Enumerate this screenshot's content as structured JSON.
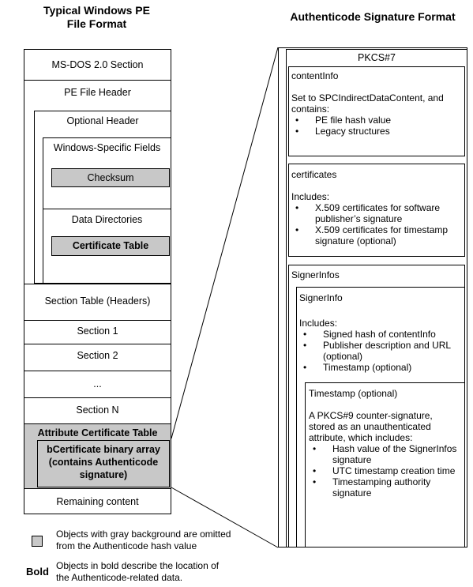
{
  "left_title": [
    "Typical Windows PE",
    "File Format"
  ],
  "right_title": "Authenticode Signature Format",
  "pe": {
    "msdos": "MS-DOS 2.0 Section",
    "pe_header": "PE File Header",
    "optional_header": "Optional Header",
    "windows_fields": "Windows-Specific Fields",
    "checksum": "Checksum",
    "data_directories": "Data Directories",
    "certificate_table": "Certificate Table",
    "section_table": "Section Table (Headers)",
    "section1": "Section 1",
    "section2": "Section 2",
    "ellipsis": "...",
    "sectionN": "Section N",
    "attr_cert_table": "Attribute Certificate Table",
    "bcert": [
      "bCertificate binary array",
      "(contains Authenticode",
      "signature)"
    ],
    "remaining": "Remaining content"
  },
  "sig": {
    "pkcs7": "PKCS#7",
    "content_info": {
      "title": "contentInfo",
      "desc": [
        "Set to SPCIndirectDataContent, and",
        "contains:"
      ],
      "items": [
        "PE file hash value",
        "Legacy structures"
      ]
    },
    "certificates": {
      "title": "certificates",
      "desc": "Includes:",
      "items": [
        [
          "X.509 certificates for software",
          "publisher’s signature"
        ],
        [
          "X.509 certificates for timestamp",
          "signature (optional)"
        ]
      ]
    },
    "signer_infos": {
      "title": "SignerInfos"
    },
    "signer_info": {
      "title": "SignerInfo",
      "desc": "Includes:",
      "items": [
        [
          "Signed hash of contentInfo"
        ],
        [
          "Publisher description and URL",
          "(optional)"
        ],
        [
          "Timestamp (optional)"
        ]
      ]
    },
    "timestamp": {
      "title": "Timestamp (optional)",
      "desc": [
        "A PKCS#9 counter-signature,",
        "stored as an unauthenticated",
        "attribute, which includes:"
      ],
      "items": [
        [
          "Hash value of the SignerInfos",
          "signature"
        ],
        [
          "UTC timestamp creation time"
        ],
        [
          "Timestamping authority",
          "signature"
        ]
      ]
    }
  },
  "legend": {
    "gray_text": [
      "Objects with gray background are omitted",
      "from the Authenticode hash value"
    ],
    "bold_label": "Bold",
    "bold_text": [
      "Objects in bold describe the location of",
      "the Authenticode-related data."
    ]
  }
}
